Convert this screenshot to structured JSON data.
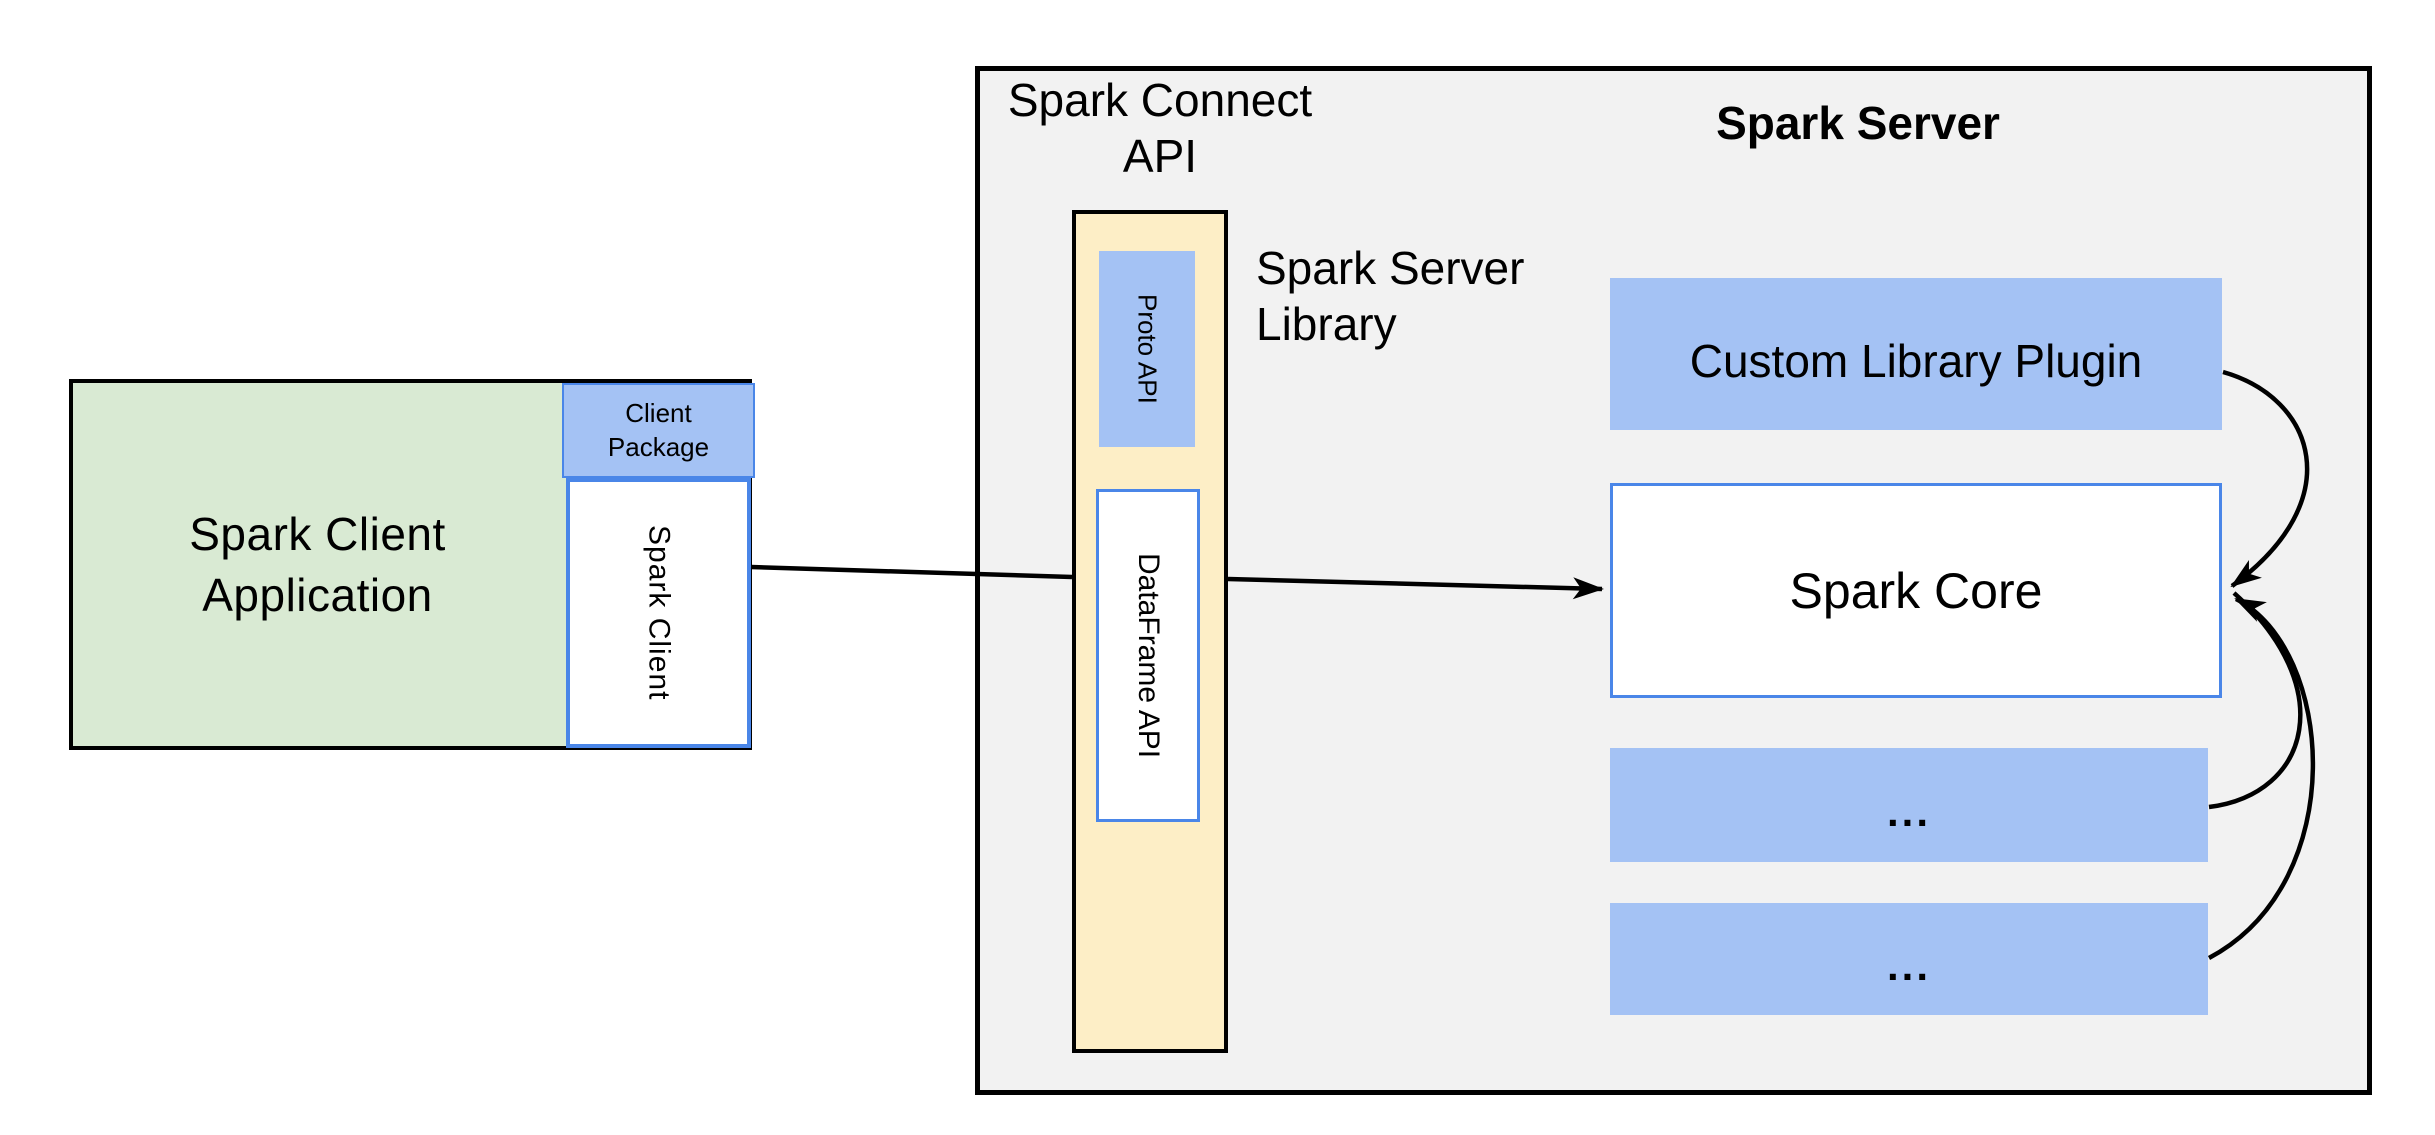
{
  "colors": {
    "green_fill": "#d9ead3",
    "blue_fill": "#a4c2f4",
    "blue_border": "#4a86e8",
    "yellow_fill": "#fdeec6",
    "gray_fill": "#f2f2f2",
    "line_color": "#000000",
    "page_bg": "#ffffff"
  },
  "nodes": {
    "spark_client_application": {
      "label": "Spark Client\nApplication"
    },
    "client_package": {
      "label": "Client\nPackage"
    },
    "spark_client": {
      "label": "Spark Client"
    },
    "spark_connect_api": {
      "label": "Spark Connect\nAPI"
    },
    "proto_api": {
      "label": "Proto  API"
    },
    "dataframe_api": {
      "label": "DataFrame API"
    },
    "spark_server_library": {
      "label": "Spark Server\nLibrary"
    },
    "spark_server": {
      "title": "Spark Server"
    },
    "custom_library_plugin": {
      "label": "Custom Library Plugin"
    },
    "spark_core": {
      "label": "Spark Core"
    },
    "plugin_slot_1": {
      "label": "..."
    },
    "plugin_slot_2": {
      "label": "..."
    }
  }
}
